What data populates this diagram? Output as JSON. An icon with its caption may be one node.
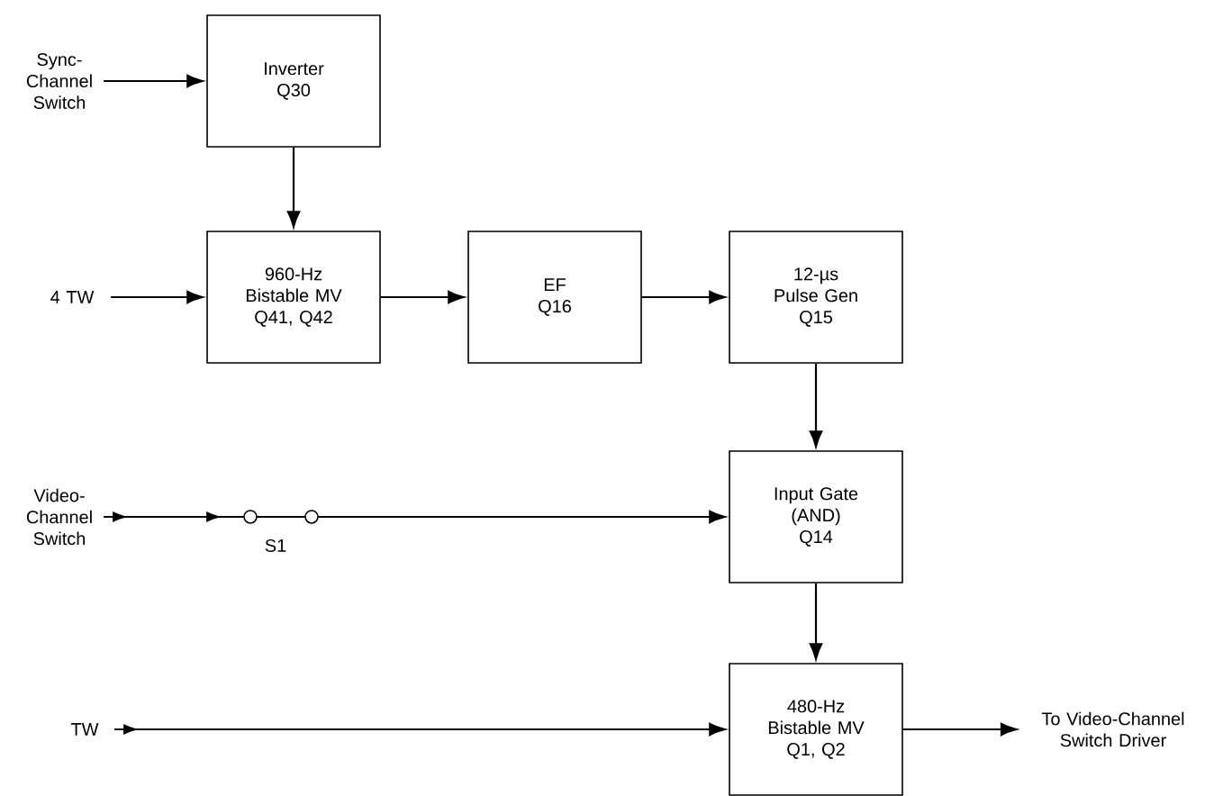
{
  "diagram": {
    "nodes": [
      {
        "text": [
          "Sync-Channel Switch"
        ]
      },
      {
        "text": [
          "Inverter",
          "Q30"
        ]
      },
      {
        "text": [
          "960-Hz Bistable MV",
          "Q41, Q42"
        ]
      },
      {
        "text": [
          "EF",
          "Q16"
        ]
      },
      {
        "text": [
          "12-µs Pulse Gen",
          "Q15"
        ]
      },
      {
        "text": [
          "Input Gate (AND)",
          "Q14"
        ]
      },
      {
        "text": [
          "480-Hz Bistable MV",
          "Q1, Q2"
        ]
      },
      {
        "text": [
          "4 TW"
        ]
      },
      {
        "text": [
          "Video-Channel Switch"
        ]
      },
      {
        "text": [
          "TW"
        ]
      },
      {
        "text": [
          "To Video-Channel Switch Driver"
        ]
      }
    ],
    "edges": [
      {
        "from": 0,
        "to": 1,
        "arrow": "to"
      },
      {
        "from": 1,
        "to": 2,
        "arrow": "to"
      },
      {
        "from": 7,
        "to": 2,
        "arrow": "to"
      },
      {
        "from": 2,
        "to": 3,
        "arrow": "to"
      },
      {
        "from": 3,
        "to": 4,
        "arrow": "to"
      },
      {
        "from": 4,
        "to": 5,
        "arrow": "to"
      },
      {
        "from": 8,
        "to": 5,
        "arrow": "to"
      },
      {
        "from": 5,
        "to": 6,
        "arrow": "to"
      },
      {
        "from": 9,
        "to": 6,
        "arrow": "to"
      },
      {
        "from": 6,
        "to": 10,
        "arrow": "to"
      }
    ],
    "labels": [
      "S1"
    ]
  }
}
